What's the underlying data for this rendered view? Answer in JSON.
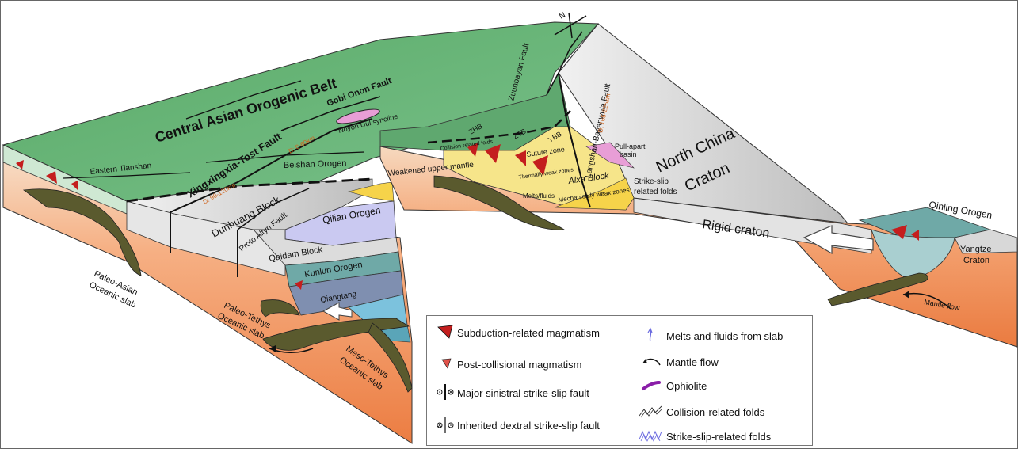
{
  "labels": {
    "caob": "Central Asian Orogenic Belt",
    "gobi_onon": "Gobi Onon Fault",
    "noyon": "Noyon Uul syncline",
    "xingxingxia": "Xingxingxia-Tost Fault",
    "disp_xx": "D: 0-60km",
    "beishan": "Beishan Orogen",
    "e_tianshan": "Eastern Tianshan",
    "dunhuang": "Dunhuang Block",
    "disp_dh": "D: 90-120km",
    "qilian": "Qilian Orogen",
    "proto_altyn": "Proto Altyn Fault",
    "qaidam": "Qaidam Block",
    "kunlun": "Kunlun Orogen",
    "qiangtang": "Qiangtang",
    "paleo_asian": [
      "Paleo-Asian",
      "Oceanic slab"
    ],
    "paleo_tethys": [
      "Paleo-Tethys",
      "Oceanic slab"
    ],
    "meso_tethys": [
      "Meso-Tethys",
      "Oceanic slab"
    ],
    "zuunbayan": "Zuunbayan Fault",
    "langshan": "Langshan-Bayanwula Fault",
    "disp_ls": "D: 165-225km",
    "ncc": [
      "North China",
      "Craton"
    ],
    "pull_apart": [
      "Pull-apart",
      "basin"
    ],
    "suture": "Suture zone",
    "alxa": "Alxa Block",
    "mech_weak": "Mechanically weak zones",
    "thermal_weak": "Thermally weak zones",
    "weakened": "Weakened upper mantle",
    "melts": "Melts/fluids",
    "collision_folds_small": "Collision-related folds",
    "ss_folds": [
      "Strike-slip",
      "related folds"
    ],
    "rigid": "Rigid craton",
    "qinling": "Qinling Orogen",
    "yangtze": [
      "Yangtze",
      "Craton"
    ],
    "mantle_flow": "Mantle flow",
    "zones": [
      "ZHB",
      "ZTB",
      "YBB"
    ],
    "north": "N"
  },
  "legend": {
    "left": [
      "Subduction-related magmatism",
      "Post-collisional magmatism",
      "Major sinistral strike-slip fault",
      "Inherited dextral strike-slip fault"
    ],
    "right": [
      "Melts and fluids from slab",
      "Mantle flow",
      "Ophiolite",
      "Collision-related folds",
      "Strike-slip-related folds"
    ]
  },
  "colors": {
    "green": "#5fa86f",
    "orange": "#f08a4b",
    "grey": "#d4d4d4",
    "yellow": "#f6e58a",
    "lilac": "#c9c8f0",
    "teal": "#5b9aa0",
    "slab": "#5a5a2e",
    "magma": "#c41e1e"
  }
}
